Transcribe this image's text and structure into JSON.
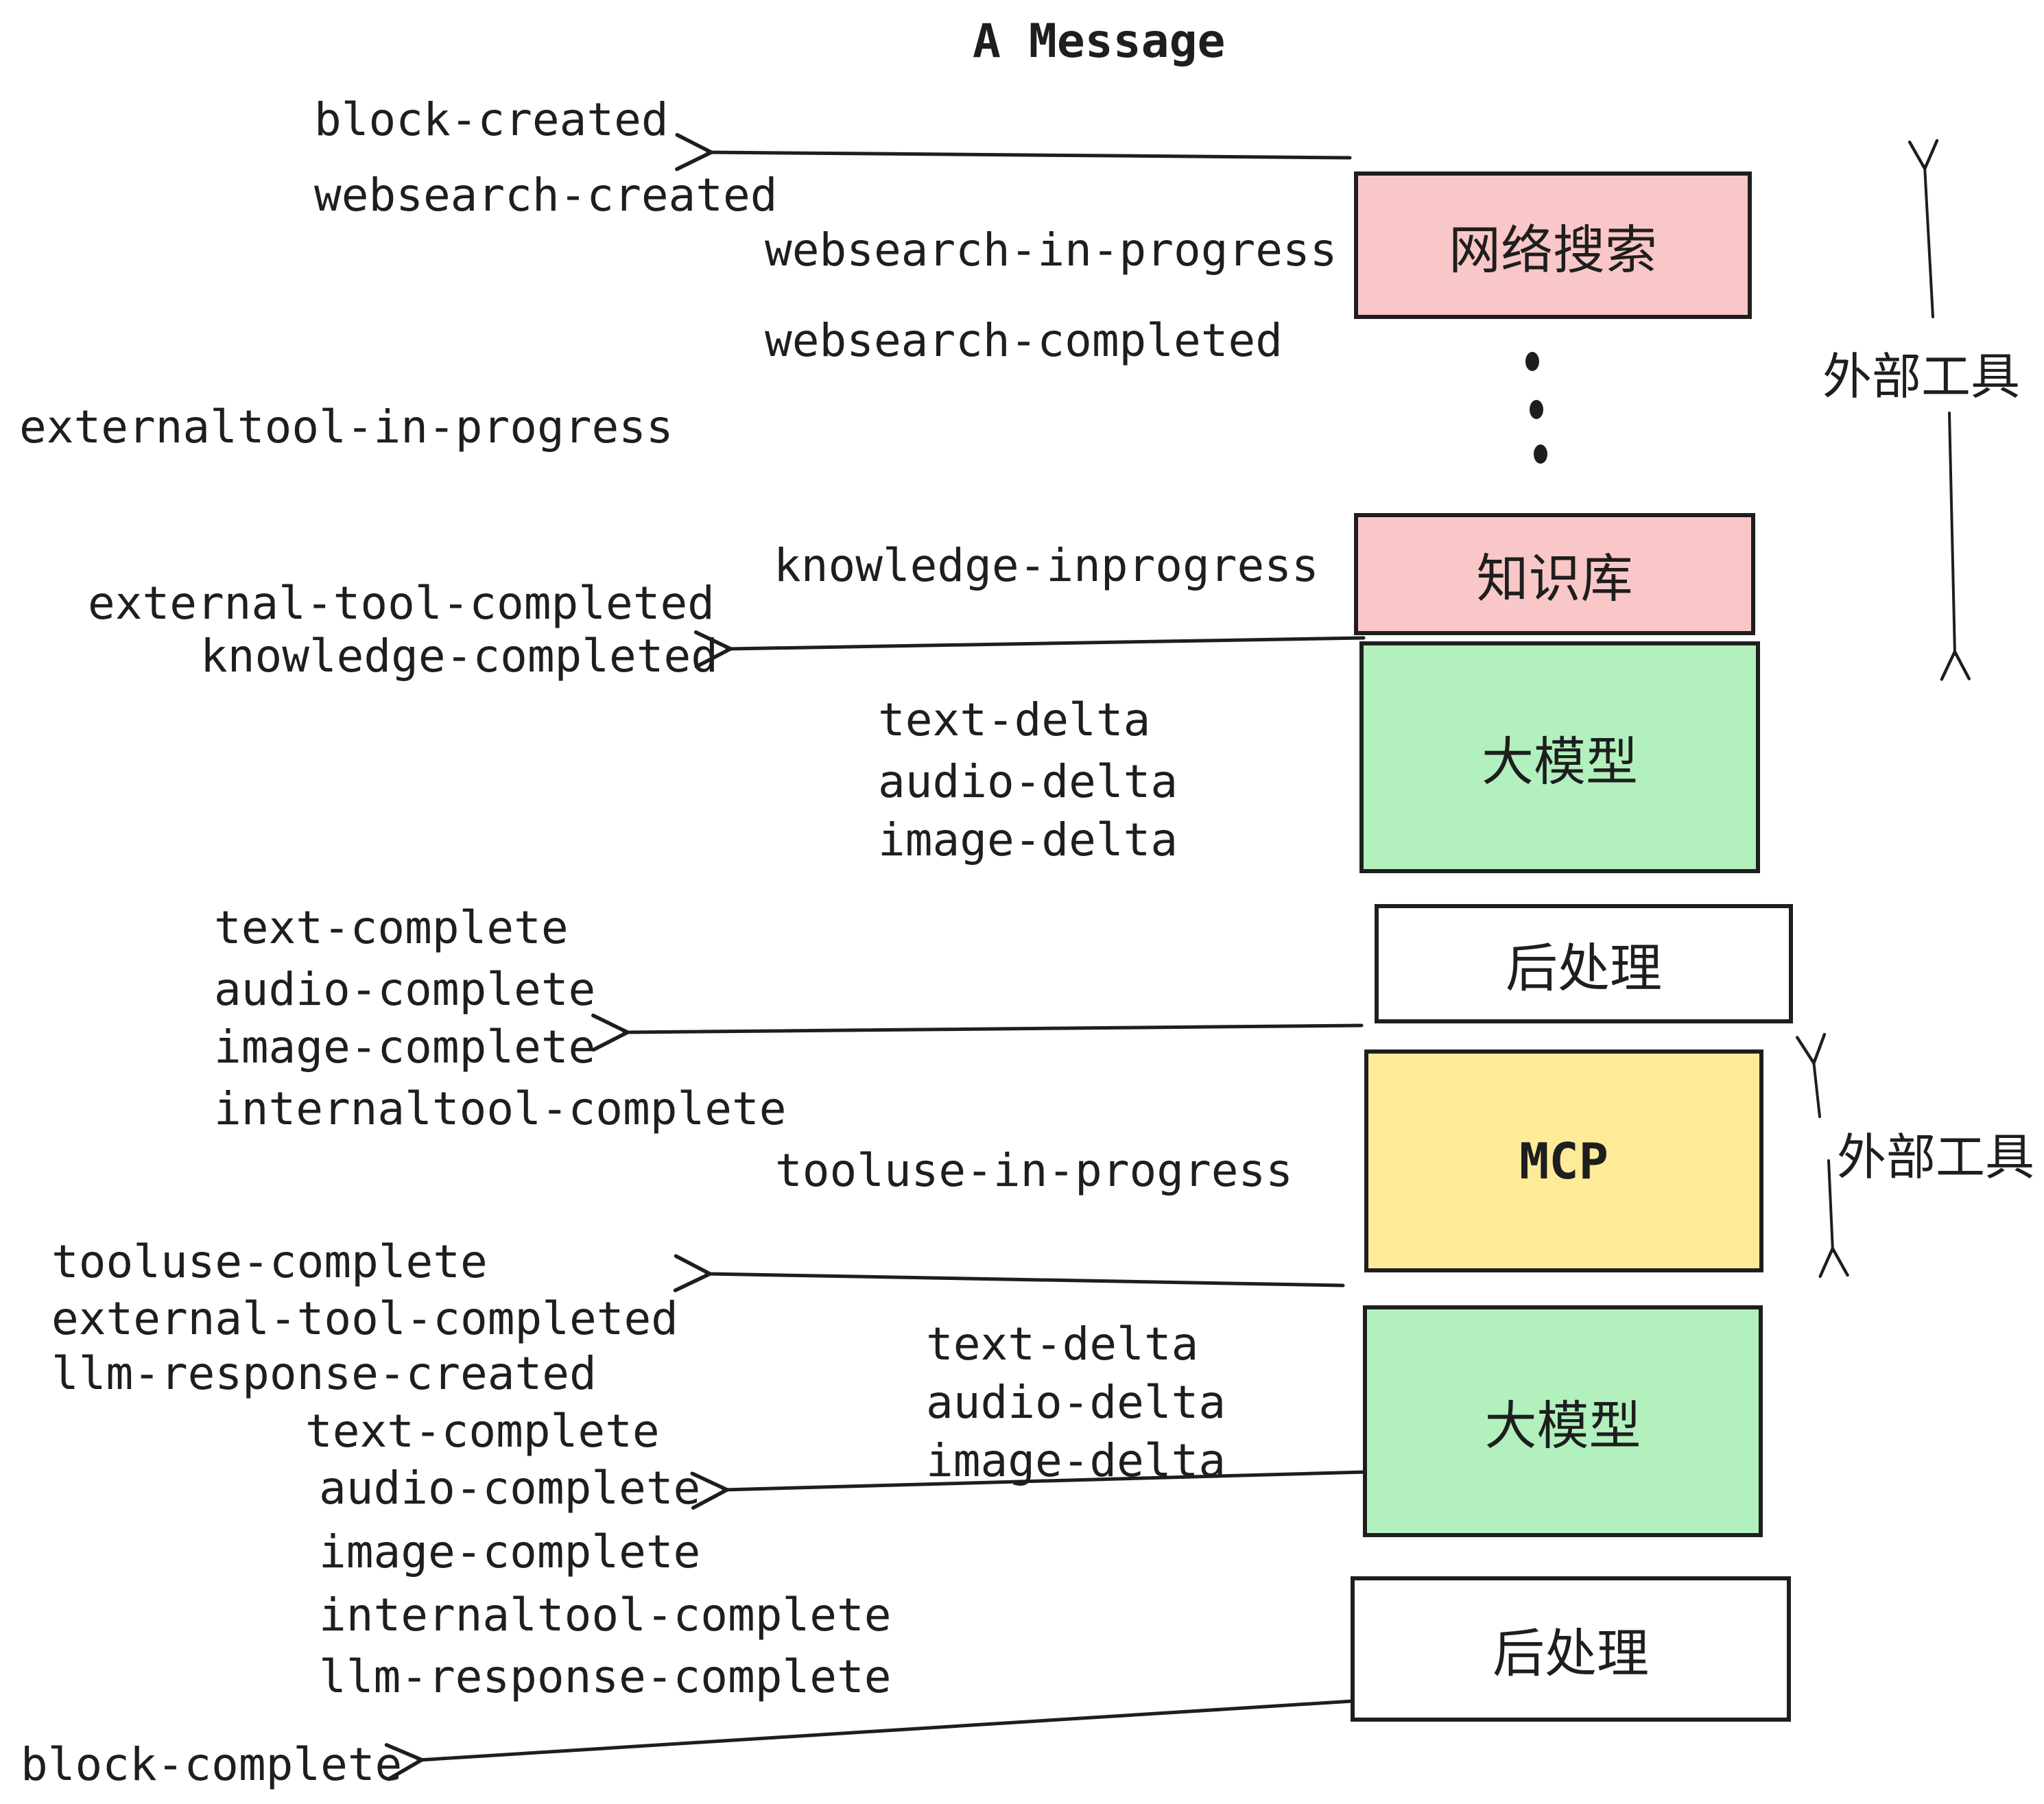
{
  "diagram": {
    "title": "A Message",
    "colors": {
      "ink": "#1e1e1e",
      "pink": "#f9c7c7",
      "green": "#b2f0be",
      "yellow": "#fdeb9a",
      "white": "#ffffff"
    },
    "boxes": {
      "websearch": "网络搜索",
      "knowledge": "知识库",
      "llm1": "大模型",
      "post1": "后处理",
      "mcp": "MCP",
      "llm2": "大模型",
      "post2": "后处理"
    },
    "side_labels": {
      "external_tools_top": "外部工具",
      "external_tools_mid": "外部工具"
    },
    "events": {
      "block_created": "block-created",
      "websearch_created": "websearch-created",
      "websearch_in_progress": "websearch-in-progress",
      "websearch_completed": "websearch-completed",
      "externaltool_in_progress": "externaltool-in-progress",
      "knowledge_inprogress": "knowledge-inprogress",
      "external_tool_completed_1": "external-tool-completed",
      "knowledge_completed": "knowledge-completed",
      "text_delta_1": "text-delta",
      "audio_delta_1": "audio-delta",
      "image_delta_1": "image-delta",
      "text_complete_1": "text-complete",
      "audio_complete_1": "audio-complete",
      "image_complete_1": "image-complete",
      "internaltool_complete_1": "internaltool-complete",
      "tooluse_in_progress": "tooluse-in-progress",
      "tooluse_complete": "tooluse-complete",
      "external_tool_completed_2": "external-tool-completed",
      "llm_response_created": "llm-response-created",
      "text_complete_2": "text-complete",
      "text_delta_2": "text-delta",
      "audio_delta_2": "audio-delta",
      "image_delta_2": "image-delta",
      "audio_complete_2": "audio-complete",
      "image_complete_2": "image-complete",
      "internaltool_complete_2": "internaltool-complete",
      "llm_response_complete": "llm-response-complete",
      "block_complete": "block-complete"
    }
  }
}
